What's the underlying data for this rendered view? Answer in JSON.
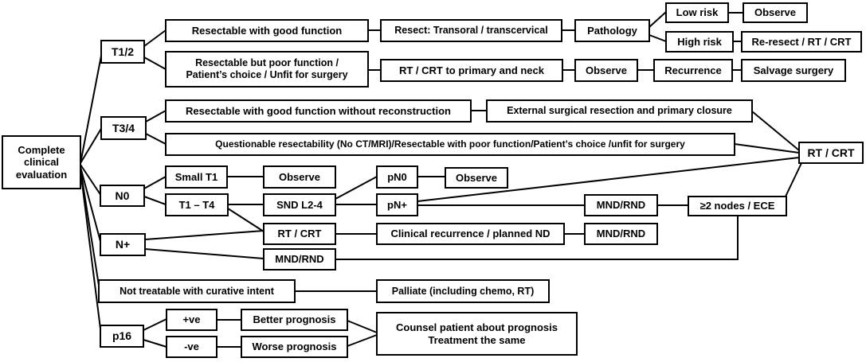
{
  "diagram_type": "clinical-decision-flowchart",
  "nodes": {
    "complete": {
      "label": "Complete\nclinical\nevaluation"
    },
    "t12": {
      "label": "T1/2"
    },
    "resectable_good": {
      "label": "Resectable with good function"
    },
    "resect_transoral": {
      "label": "Resect: Transoral / transcervical"
    },
    "pathology": {
      "label": "Pathology"
    },
    "low_risk": {
      "label": "Low risk"
    },
    "observe_low": {
      "label": "Observe"
    },
    "high_risk": {
      "label": "High risk"
    },
    "re_resect": {
      "label": "Re-resect / RT / CRT"
    },
    "resectable_poor": {
      "label": "Resectable but poor function /\nPatient’s choice / Unfit for surgery"
    },
    "rt_crt_primary_neck": {
      "label": "RT / CRT to primary and neck"
    },
    "observe_rt": {
      "label": "Observe"
    },
    "recurrence": {
      "label": "Recurrence"
    },
    "salvage_surgery": {
      "label": "Salvage surgery"
    },
    "t34": {
      "label": "T3/4"
    },
    "resectable_no_recon": {
      "label": "Resectable with good function without reconstruction"
    },
    "external_resection": {
      "label": "External surgical resection and primary closure"
    },
    "questionable": {
      "label": "Questionable resectability (No CT/MRI)/Resectable with poor function/Patient’s choice /unfit for surgery"
    },
    "rt_crt_main": {
      "label": "RT / CRT"
    },
    "n0": {
      "label": "N0"
    },
    "small_t1": {
      "label": "Small T1"
    },
    "observe_small_t1": {
      "label": "Observe"
    },
    "t1_t4": {
      "label": "T1 – T4"
    },
    "snd": {
      "label": "SND L2-4"
    },
    "pn0": {
      "label": "pN0"
    },
    "observe_pn0": {
      "label": "Observe"
    },
    "pn_pos": {
      "label": "pN+"
    },
    "mnd_rnd_pn": {
      "label": "MND/RND"
    },
    "nodes_ece": {
      "label": "≥2 nodes / ECE"
    },
    "rt_crt_nplus": {
      "label": "RT / CRT"
    },
    "clinical_recurrence": {
      "label": "Clinical recurrence / planned ND"
    },
    "mnd_rnd_recurrence": {
      "label": "MND/RND"
    },
    "n_pos": {
      "label": "N+"
    },
    "mnd_rnd_nplus": {
      "label": "MND/RND"
    },
    "not_treatable": {
      "label": "Not treatable with curative intent"
    },
    "palliate": {
      "label": "Palliate (including chemo, RT)"
    },
    "p16": {
      "label": "p16"
    },
    "p16_pos": {
      "label": "+ve"
    },
    "p16_neg": {
      "label": "-ve"
    },
    "better_prognosis": {
      "label": "Better prognosis"
    },
    "worse_prognosis": {
      "label": "Worse prognosis"
    },
    "counsel": {
      "label": "Counsel patient about prognosis\nTreatment the same"
    }
  },
  "edges": [
    {
      "from": "complete",
      "to": "t12"
    },
    {
      "from": "complete",
      "to": "t34"
    },
    {
      "from": "complete",
      "to": "n0"
    },
    {
      "from": "complete",
      "to": "n_pos"
    },
    {
      "from": "complete",
      "to": "not_treatable"
    },
    {
      "from": "complete",
      "to": "p16"
    },
    {
      "from": "t12",
      "to": "resectable_good"
    },
    {
      "from": "t12",
      "to": "resectable_poor"
    },
    {
      "from": "resectable_good",
      "to": "resect_transoral"
    },
    {
      "from": "resect_transoral",
      "to": "pathology"
    },
    {
      "from": "pathology",
      "to": "low_risk"
    },
    {
      "from": "pathology",
      "to": "high_risk"
    },
    {
      "from": "low_risk",
      "to": "observe_low"
    },
    {
      "from": "high_risk",
      "to": "re_resect"
    },
    {
      "from": "resectable_poor",
      "to": "rt_crt_primary_neck"
    },
    {
      "from": "rt_crt_primary_neck",
      "to": "observe_rt"
    },
    {
      "from": "observe_rt",
      "to": "recurrence"
    },
    {
      "from": "recurrence",
      "to": "salvage_surgery"
    },
    {
      "from": "t34",
      "to": "resectable_no_recon"
    },
    {
      "from": "t34",
      "to": "questionable"
    },
    {
      "from": "resectable_no_recon",
      "to": "external_resection"
    },
    {
      "from": "external_resection",
      "to": "rt_crt_main"
    },
    {
      "from": "questionable",
      "to": "rt_crt_main"
    },
    {
      "from": "n0",
      "to": "small_t1"
    },
    {
      "from": "n0",
      "to": "t1_t4"
    },
    {
      "from": "small_t1",
      "to": "observe_small_t1"
    },
    {
      "from": "t1_t4",
      "to": "snd"
    },
    {
      "from": "t1_t4",
      "to": "rt_crt_nplus"
    },
    {
      "from": "snd",
      "to": "pn0"
    },
    {
      "from": "snd",
      "to": "pn_pos"
    },
    {
      "from": "pn0",
      "to": "observe_pn0"
    },
    {
      "from": "pn_pos",
      "to": "rt_crt_main"
    },
    {
      "from": "pn_pos",
      "to": "mnd_rnd_pn"
    },
    {
      "from": "mnd_rnd_pn",
      "to": "nodes_ece"
    },
    {
      "from": "nodes_ece",
      "to": "rt_crt_main"
    },
    {
      "from": "rt_crt_nplus",
      "to": "clinical_recurrence"
    },
    {
      "from": "clinical_recurrence",
      "to": "mnd_rnd_recurrence"
    },
    {
      "from": "n_pos",
      "to": "rt_crt_nplus"
    },
    {
      "from": "n_pos",
      "to": "mnd_rnd_nplus"
    },
    {
      "from": "mnd_rnd_nplus",
      "to": "nodes_ece"
    },
    {
      "from": "not_treatable",
      "to": "palliate"
    },
    {
      "from": "p16",
      "to": "p16_pos"
    },
    {
      "from": "p16",
      "to": "p16_neg"
    },
    {
      "from": "p16_pos",
      "to": "better_prognosis"
    },
    {
      "from": "p16_neg",
      "to": "worse_prognosis"
    },
    {
      "from": "better_prognosis",
      "to": "counsel"
    },
    {
      "from": "worse_prognosis",
      "to": "counsel"
    }
  ]
}
